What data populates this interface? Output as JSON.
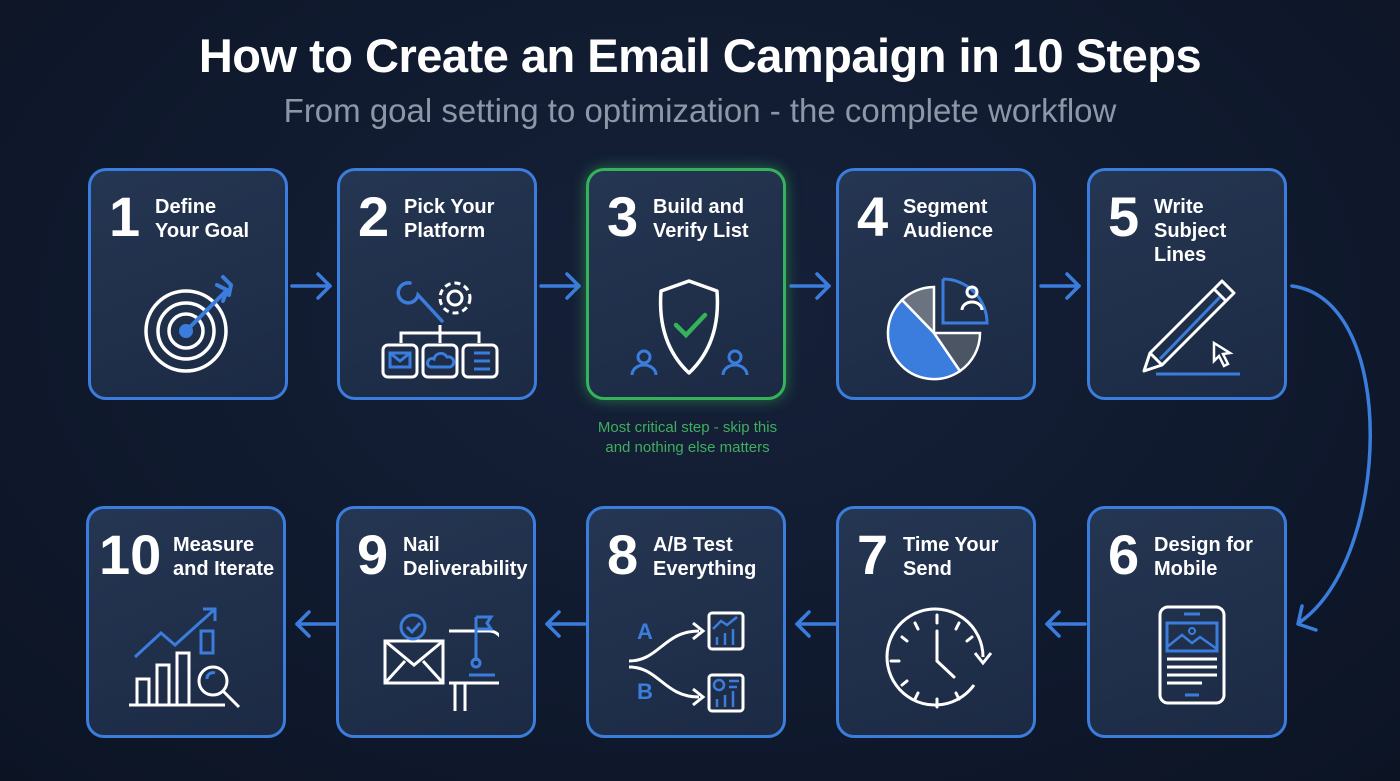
{
  "header": {
    "title": "How to Create an Email Campaign in 10 Steps",
    "subtitle": "From goal setting to optimization - the complete workflow"
  },
  "colors": {
    "accent_blue": "#3b7ddd",
    "highlight_green": "#34b35a",
    "background": "#101a2e",
    "card": "#1f2d48"
  },
  "steps": [
    {
      "number": "1",
      "label_line1": "Define",
      "label_line2": "Your Goal",
      "icon": "target-icon"
    },
    {
      "number": "2",
      "label_line1": "Pick Your",
      "label_line2": "Platform",
      "icon": "tools-platform-icon"
    },
    {
      "number": "3",
      "label_line1": "Build and",
      "label_line2": "Verify List",
      "icon": "shield-check-icon",
      "highlighted": true,
      "note_line1": "Most critical step - skip this",
      "note_line2": "and nothing else matters"
    },
    {
      "number": "4",
      "label_line1": "Segment",
      "label_line2": "Audience",
      "icon": "pie-chart-user-icon"
    },
    {
      "number": "5",
      "label_line1": "Write",
      "label_line2": "Subject Lines",
      "icon": "pencil-cursor-icon"
    },
    {
      "number": "6",
      "label_line1": "Design for",
      "label_line2": "Mobile",
      "icon": "mobile-phone-icon"
    },
    {
      "number": "7",
      "label_line1": "Time Your",
      "label_line2": "Send",
      "icon": "clock-icon"
    },
    {
      "number": "8",
      "label_line1": "A/B Test",
      "label_line2": "Everything",
      "icon": "ab-split-icon",
      "ab_a": "A",
      "ab_b": "B"
    },
    {
      "number": "9",
      "label_line1": "Nail",
      "label_line2": "Deliverability",
      "icon": "mailbox-icon"
    },
    {
      "number": "10",
      "label_line1": "Measure",
      "label_line2": "and Iterate",
      "icon": "analytics-magnifier-icon"
    }
  ]
}
